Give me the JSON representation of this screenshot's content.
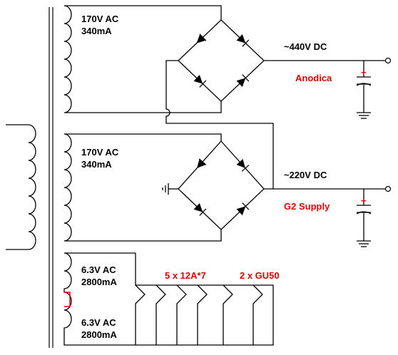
{
  "secondaries": [
    {
      "voltage": "170V AC",
      "current": "340mA"
    },
    {
      "voltage": "170V AC",
      "current": "340mA"
    },
    {
      "voltage": "6.3V AC",
      "current": "2800mA"
    },
    {
      "voltage": "6.3V AC",
      "current": "2800mA"
    }
  ],
  "outputs": {
    "anode": {
      "voltage": "~440V DC",
      "label": "Anodica"
    },
    "g2": {
      "voltage": "~220V DC",
      "label": "G2 Supply"
    }
  },
  "heaters": {
    "small_tubes": "5 x 12A*7",
    "power_tubes": "2 x GU50"
  },
  "colors": {
    "wire": "#000000",
    "annotation": "#e00000"
  }
}
